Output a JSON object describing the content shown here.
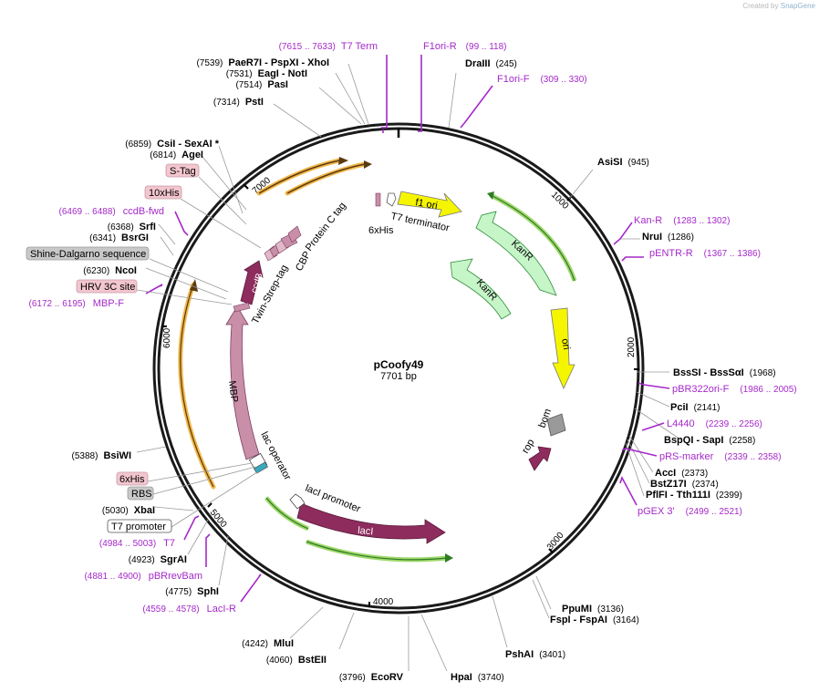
{
  "credit": {
    "prefix": "Created by",
    "brand": "SnapGene"
  },
  "plasmid": {
    "name": "pCoofy49",
    "length_label": "7701 bp",
    "total_bp": 7701
  },
  "ticks": [
    "1000",
    "2000",
    "3000",
    "4000",
    "5000",
    "6000",
    "7000"
  ],
  "sites": [
    {
      "id": "s1",
      "pos": "(245)",
      "name": "DraIII"
    },
    {
      "id": "s2",
      "pos": "(945)",
      "name": "AsiSI"
    },
    {
      "id": "s3",
      "pos": "(1286)",
      "name": "NruI"
    },
    {
      "id": "s4",
      "pos": "(1968)",
      "name": "BssSI  - BssSαI"
    },
    {
      "id": "s5",
      "pos": "(2141)",
      "name": "PciI"
    },
    {
      "id": "s6",
      "pos": "(2258)",
      "name": "BspQI  - SapI"
    },
    {
      "id": "s7",
      "pos": "(2373)",
      "name": "AccI"
    },
    {
      "id": "s8",
      "pos": "(2374)",
      "name": "BstZ17I"
    },
    {
      "id": "s9",
      "pos": "(2399)",
      "name": "PflFI  - Tth111I"
    },
    {
      "id": "s10",
      "pos": "(3136)",
      "name": "PpuMI"
    },
    {
      "id": "s11",
      "pos": "(3164)",
      "name": "FspI  - FspAI"
    },
    {
      "id": "s12",
      "pos": "(3401)",
      "name": "PshAI"
    },
    {
      "id": "s13",
      "pos": "(3740)",
      "name": "HpaI"
    },
    {
      "id": "s14",
      "pos": "(3796)",
      "name": "EcoRV"
    },
    {
      "id": "s15",
      "pos": "(4060)",
      "name": "BstEII"
    },
    {
      "id": "s16",
      "pos": "(4242)",
      "name": "MluI"
    },
    {
      "id": "s17",
      "pos": "(4775)",
      "name": "SphI"
    },
    {
      "id": "s18",
      "pos": "(4923)",
      "name": "SgrAI"
    },
    {
      "id": "s19",
      "pos": "(5030)",
      "name": "XbaI"
    },
    {
      "id": "s20",
      "pos": "(5388)",
      "name": "BsiWI"
    },
    {
      "id": "s21",
      "pos": "(6230)",
      "name": "NcoI"
    },
    {
      "id": "s22",
      "pos": "(6341)",
      "name": "BsrGI"
    },
    {
      "id": "s23",
      "pos": "(6368)",
      "name": "SrfI"
    },
    {
      "id": "s24",
      "pos": "(6814)",
      "name": "AgeI"
    },
    {
      "id": "s25",
      "pos": "(6859)",
      "name": "CsiI  - SexAI *"
    },
    {
      "id": "s26",
      "pos": "(7314)",
      "name": "PstI"
    },
    {
      "id": "s27",
      "pos": "(7514)",
      "name": "PasI"
    },
    {
      "id": "s28",
      "pos": "(7531)",
      "name": "EagI  - NotI"
    },
    {
      "id": "s29",
      "pos": "(7539)",
      "name": "PaeR7I  - PspXI  - XhoI"
    }
  ],
  "primers": [
    {
      "id": "p1",
      "name": "F1ori-R",
      "range": "(99 .. 118)"
    },
    {
      "id": "p2",
      "name": "F1ori-F",
      "range": "(309 .. 330)"
    },
    {
      "id": "p3",
      "name": "Kan-R",
      "range": "(1283 .. 1302)"
    },
    {
      "id": "p4",
      "name": "pENTR-R",
      "range": "(1367 .. 1386)"
    },
    {
      "id": "p5",
      "name": "pBR322ori-F",
      "range": "(1986 .. 2005)"
    },
    {
      "id": "p6",
      "name": "L4440",
      "range": "(2239 .. 2256)"
    },
    {
      "id": "p7",
      "name": "pRS-marker",
      "range": "(2339 .. 2358)"
    },
    {
      "id": "p8",
      "name": "pGEX 3'",
      "range": "(2499 .. 2521)"
    },
    {
      "id": "p9",
      "name": "T7 Term",
      "range": "(7615 .. 7633)"
    },
    {
      "id": "p10",
      "name": "ccdB-fwd",
      "range": "(6469 .. 6488)"
    },
    {
      "id": "p11",
      "name": "MBP-F",
      "range": "(6172 .. 6195)"
    },
    {
      "id": "p12",
      "name": "T7",
      "range": "(4984 .. 5003)"
    },
    {
      "id": "p13",
      "name": "pBRrevBam",
      "range": "(4881 .. 4900)"
    },
    {
      "id": "p14",
      "name": "LacI-R",
      "range": "(4559 .. 4578)"
    }
  ],
  "boxed_labels": [
    {
      "id": "b1",
      "text": "S-Tag"
    },
    {
      "id": "b2",
      "text": "10xHis"
    },
    {
      "id": "b3",
      "text": "Shine-Dalgarno sequence"
    },
    {
      "id": "b4",
      "text": "HRV 3C site"
    },
    {
      "id": "b5",
      "text": "6xHis"
    },
    {
      "id": "b6",
      "text": "RBS"
    },
    {
      "id": "b7",
      "text": "T7 promoter"
    }
  ],
  "features": {
    "f1ori": "f1 ori",
    "kanr_outer": "KanR",
    "kanr_inner": "KanR",
    "ori": "ori",
    "bom": "bom",
    "rop": "rop",
    "lacI": "lacI",
    "lacI_promoter": "lacI promoter",
    "lac_operator": "lac operator",
    "mbp": "MBP",
    "ccdb": "ccdB",
    "twin_strep": "Twin-Strep-tag",
    "cbp": "CBP",
    "protein_c": "Protein C tag",
    "t7_terminator": "T7 terminator",
    "his6_inner": "6xHis"
  },
  "colors": {
    "backbone": "#1a1a1a",
    "primer": "#a529c9",
    "f1ori": "#f5f500",
    "kanr": "#c6f5c8",
    "kanr_edge": "#2f8f3b",
    "ori": "#f5f500",
    "lacI": "#8e2c5e",
    "mbp": "#c98ea8",
    "ccdb": "#8e2c5e",
    "orf_orange": "#f2b84b",
    "orf_green": "#9fd86a",
    "boxed_pink": "#f3c6cf",
    "boxed_grey": "#c8c8c8",
    "bom": "#9a9a9a"
  }
}
